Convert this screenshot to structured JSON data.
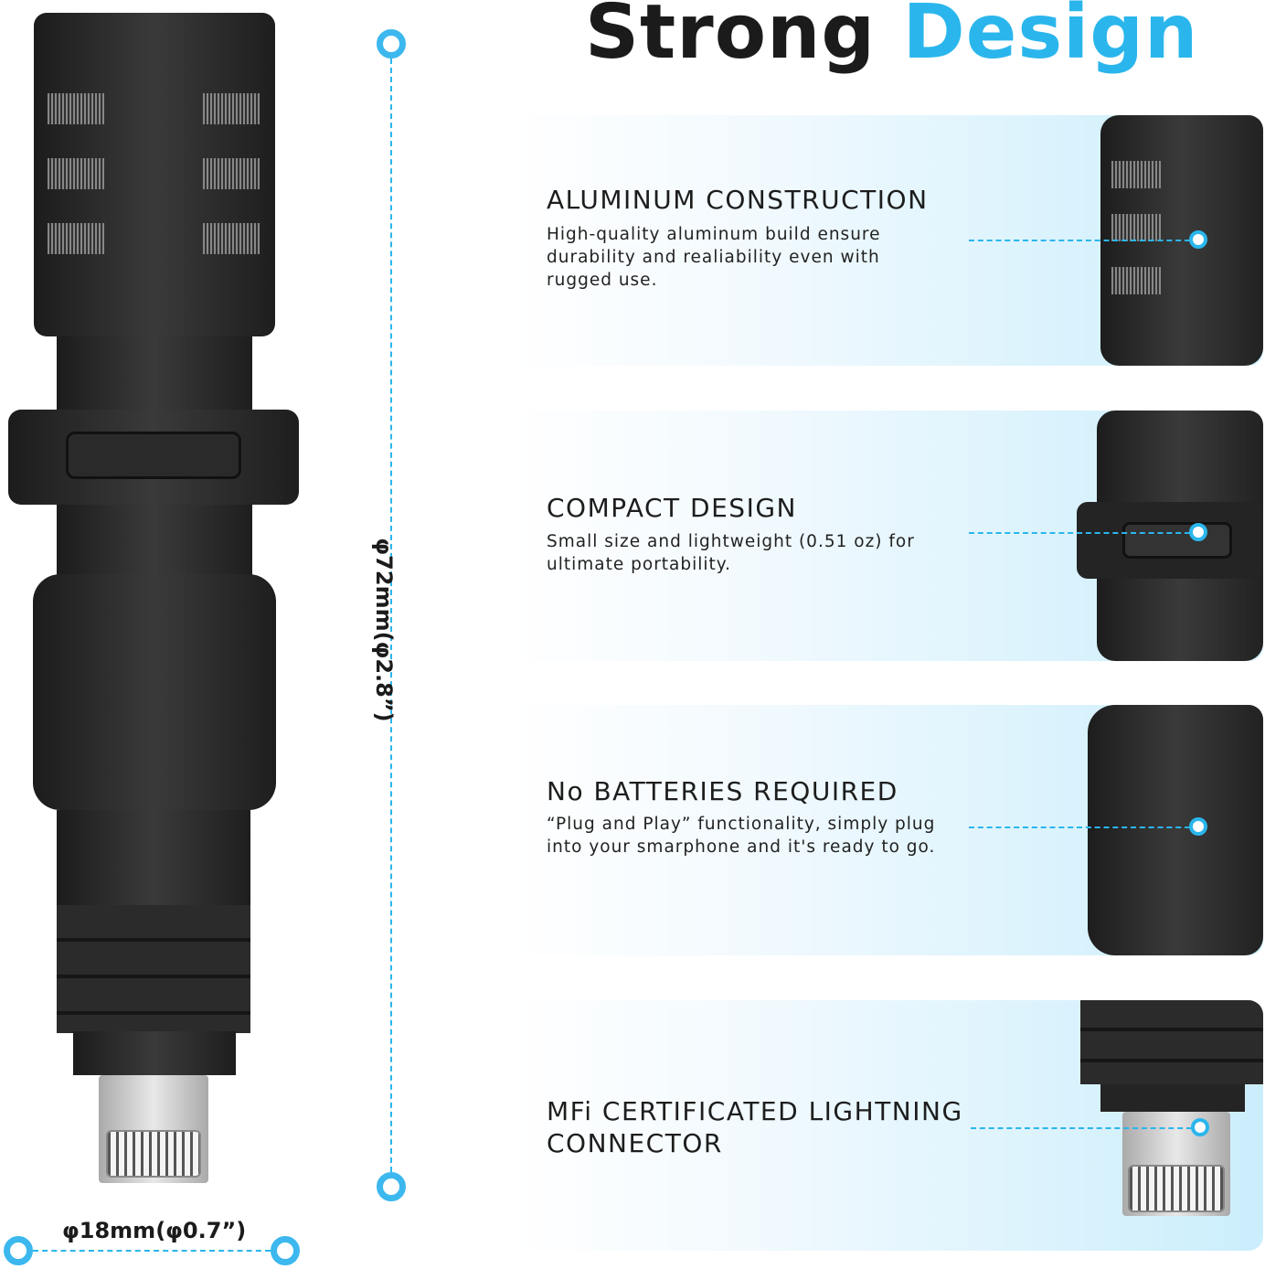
{
  "title": {
    "word1": "Strong",
    "word2": "Design"
  },
  "accent_color": "#2ab6ec",
  "dimensions": {
    "height": "φ72mm(φ2.8”)",
    "width": "φ18mm(φ0.7”)"
  },
  "features": [
    {
      "heading": "ALUMINUM CONSTRUCTION",
      "desc": "High-quality aluminum build ensure durability and realiability even with rugged use."
    },
    {
      "heading": "COMPACT DESIGN",
      "desc": "Small size and lightweight (0.51 oz) for ultimate portability."
    },
    {
      "heading": "No BATTERIES REQUIRED",
      "desc": "“Plug and Play” functionality, simply plug into your smarphone and it's ready to go."
    },
    {
      "heading": "MFi CERTIFICATED LIGHTNING CONNECTOR",
      "desc": ""
    }
  ]
}
